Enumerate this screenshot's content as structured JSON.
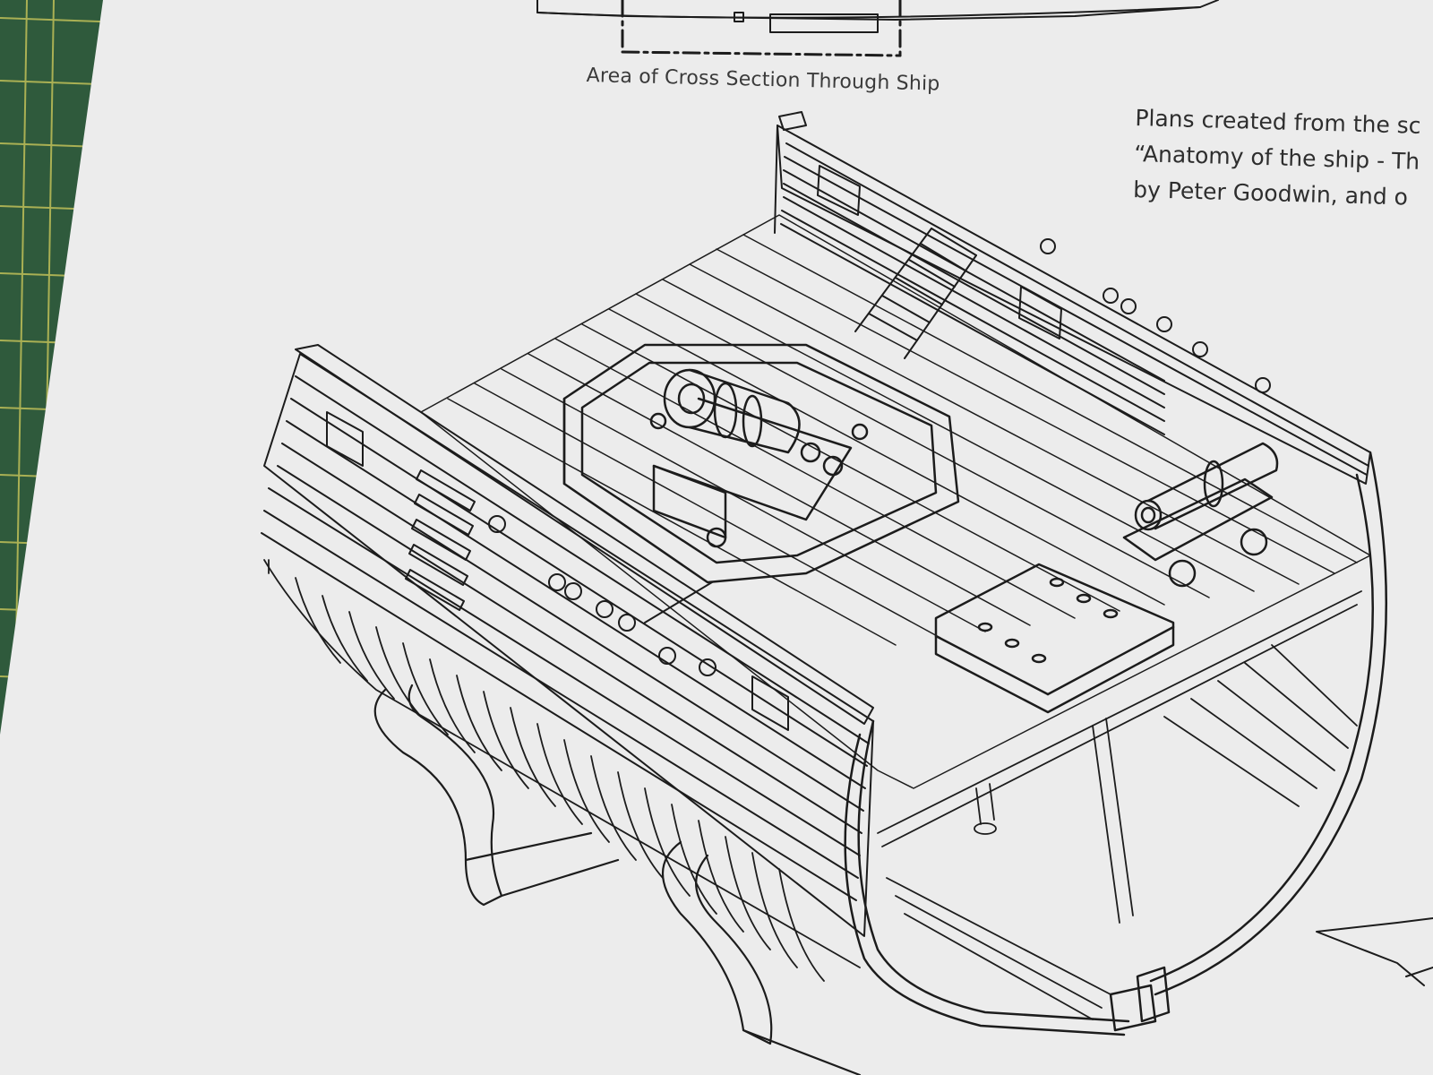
{
  "colors": {
    "cutting_mat": "#2f5a3c",
    "mat_grid": "#c9c65a",
    "paper": "#ececec",
    "ink": "#1c1c1c"
  },
  "caption": "Area of Cross Section Through Ship",
  "credits": {
    "line1": "Plans created from the sc",
    "line2": "“Anatomy of the ship - Th",
    "line3": "by Peter Goodwin, and o"
  }
}
